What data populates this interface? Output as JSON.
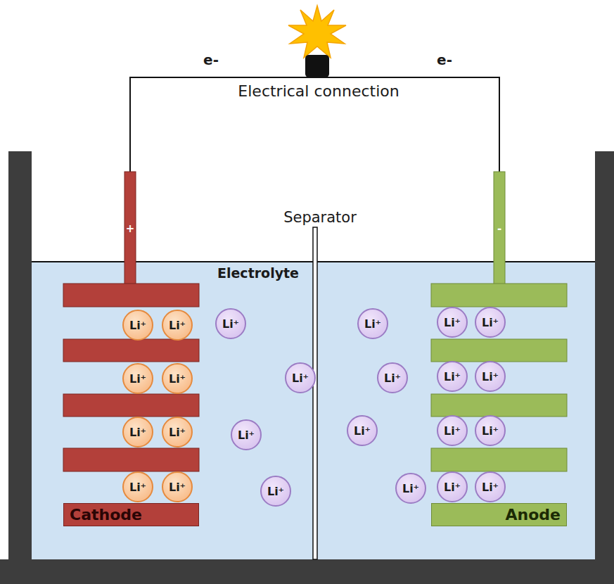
{
  "diagram": {
    "nodes": [
      {
        "text": [
          "Li⁺"
        ]
      },
      {
        "text": [
          "Li⁺"
        ]
      },
      {
        "text": [
          "Li⁺"
        ]
      },
      {
        "text": [
          "Li⁺"
        ]
      },
      {
        "text": [
          "Li⁺"
        ]
      },
      {
        "text": [
          "Li⁺"
        ]
      },
      {
        "text": [
          "Li⁺"
        ]
      },
      {
        "text": [
          "Li⁺"
        ]
      },
      {
        "text": [
          "Li⁺"
        ]
      },
      {
        "text": [
          "Li⁺"
        ]
      },
      {
        "text": [
          "Li⁺"
        ]
      },
      {
        "text": [
          "Li⁺"
        ]
      },
      {
        "text": [
          "Li⁺"
        ]
      },
      {
        "text": [
          "Li⁺"
        ]
      },
      {
        "text": [
          "Li⁺"
        ]
      },
      {
        "text": [
          "Li⁺"
        ]
      },
      {
        "text": [
          "Li⁺"
        ]
      },
      {
        "text": [
          "Li⁺"
        ]
      },
      {
        "text": [
          "Li⁺"
        ]
      },
      {
        "text": [
          "Li⁺"
        ]
      },
      {
        "text": [
          "Li⁺"
        ]
      },
      {
        "text": [
          "Li⁺"
        ]
      },
      {
        "text": [
          "Li⁺"
        ]
      },
      {
        "text": [
          "Li⁺"
        ]
      },
      {
        "text": [
          "Cathode"
        ]
      },
      {
        "text": [
          "Anode"
        ]
      }
    ],
    "labels": [
      "e-",
      "e-",
      "Electrical connection",
      "Separator",
      "Electrolyte",
      "+",
      "-"
    ]
  }
}
